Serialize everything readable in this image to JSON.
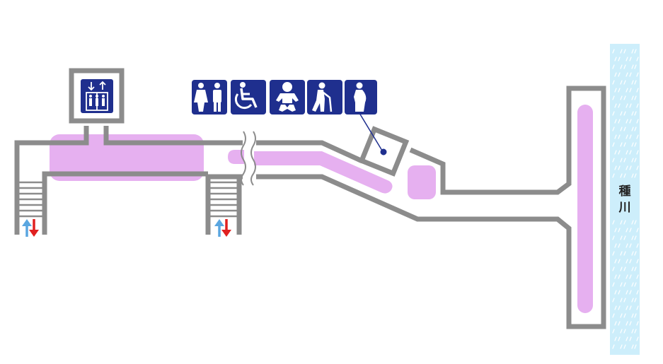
{
  "map": {
    "river": {
      "label_line1": "種",
      "label_line2": "川",
      "color": "#cdeefb",
      "ripple_color": "#ffffff"
    },
    "colors": {
      "wall": "#8c8c8c",
      "walkway_highlight": "#e6b0f0",
      "icon_background": "#1f2f8e",
      "icon_foreground": "#ffffff",
      "stairs_up_arrow": "#5aa6e0",
      "stairs_down_arrow": "#e02020"
    },
    "facility_icons": [
      {
        "name": "restroom-icon"
      },
      {
        "name": "wheelchair-icon"
      },
      {
        "name": "baby-changing-icon"
      },
      {
        "name": "elderly-icon"
      },
      {
        "name": "pregnant-woman-icon"
      }
    ],
    "elevator": {
      "icon": "elevator-icon"
    },
    "stairs": [
      {
        "name": "stairs-left",
        "icon": "stairs-icon"
      },
      {
        "name": "stairs-right",
        "icon": "stairs-icon"
      }
    ]
  }
}
